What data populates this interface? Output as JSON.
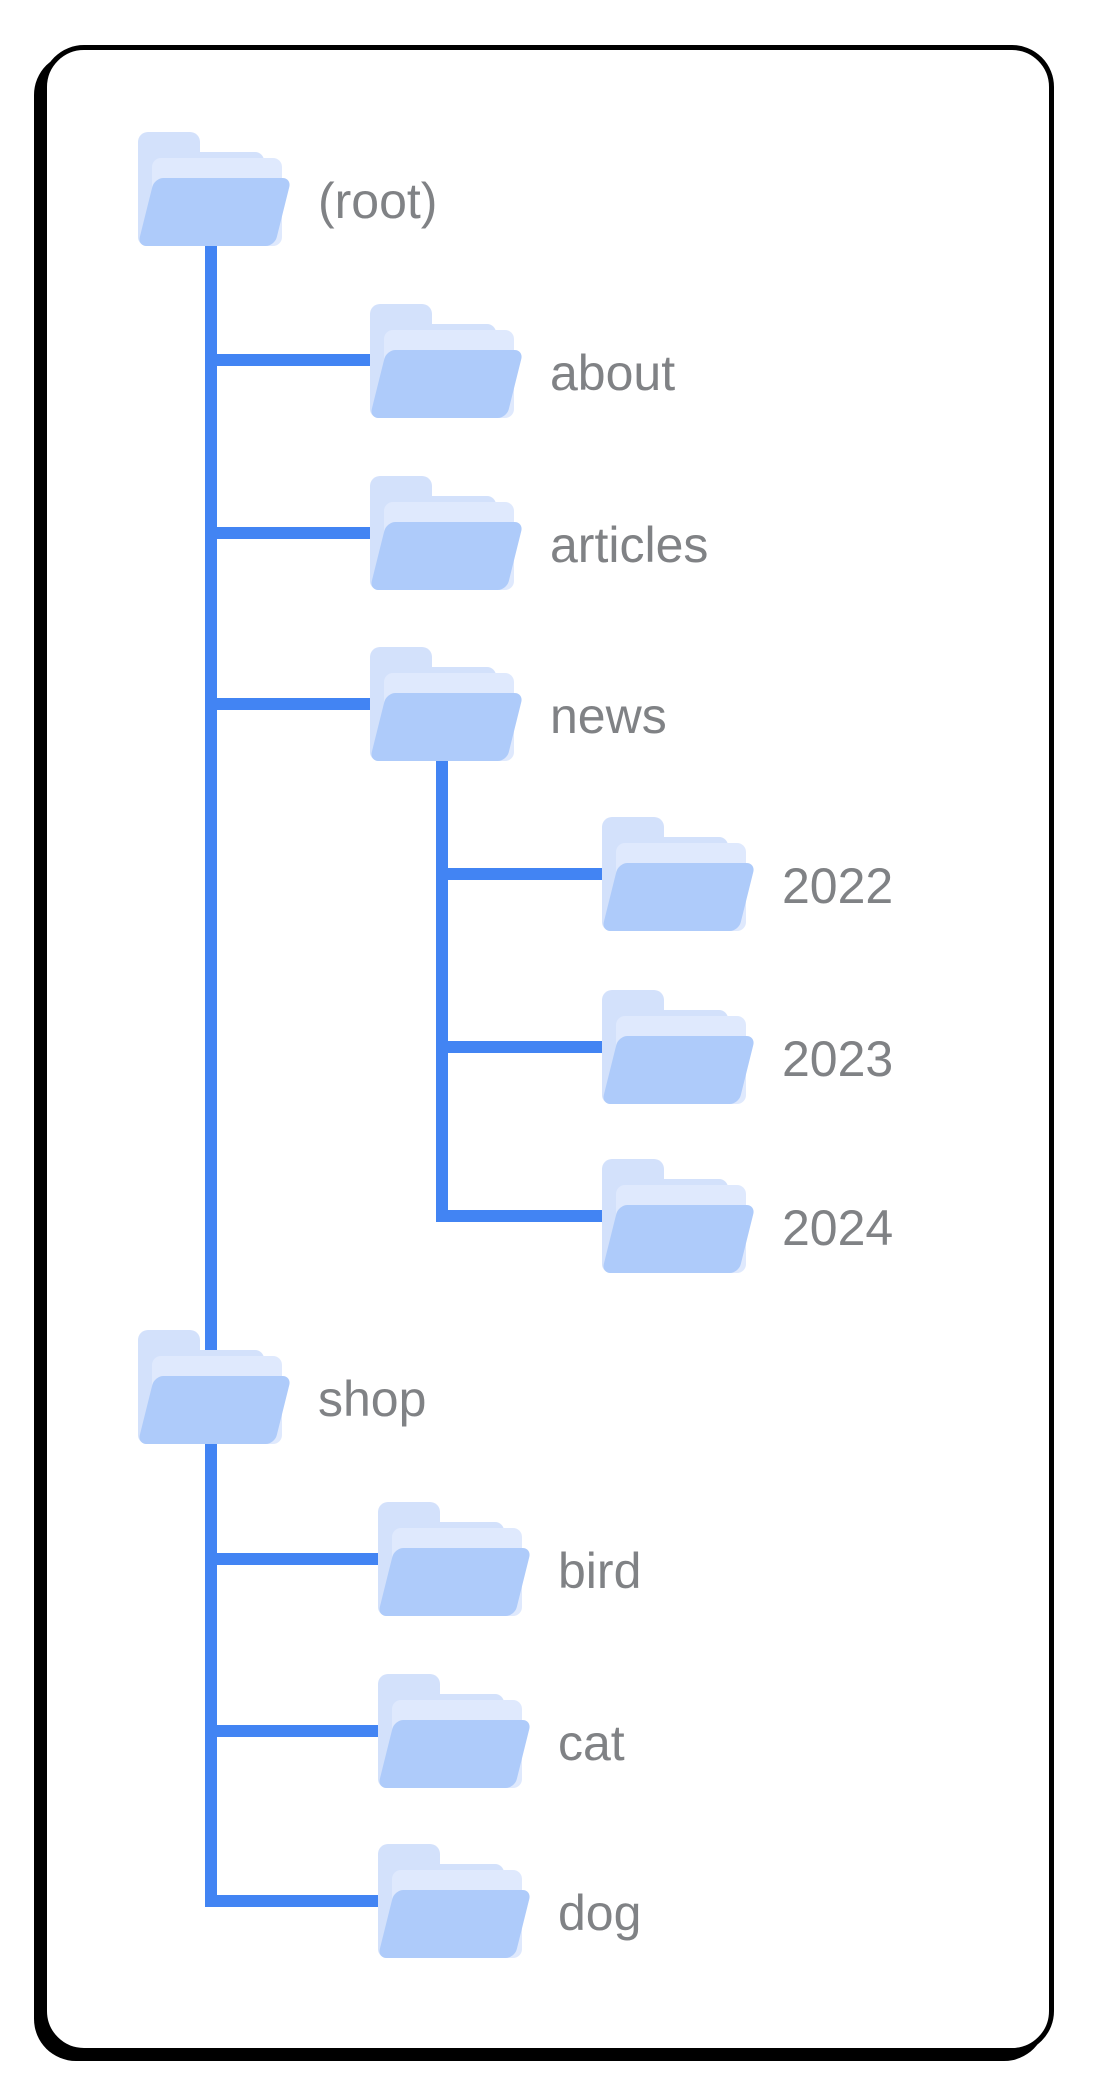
{
  "diagram": {
    "description": "site-folder-tree",
    "tree": {
      "nodes": [
        {
          "id": "root",
          "label": "(root)",
          "depth": 0,
          "parent": null
        },
        {
          "id": "about",
          "label": "about",
          "depth": 1,
          "parent": "root"
        },
        {
          "id": "articles",
          "label": "articles",
          "depth": 1,
          "parent": "root"
        },
        {
          "id": "news",
          "label": "news",
          "depth": 1,
          "parent": "root"
        },
        {
          "id": "y2022",
          "label": "2022",
          "depth": 2,
          "parent": "news"
        },
        {
          "id": "y2023",
          "label": "2023",
          "depth": 2,
          "parent": "news"
        },
        {
          "id": "y2024",
          "label": "2024",
          "depth": 2,
          "parent": "news"
        },
        {
          "id": "shop",
          "label": "shop",
          "depth": 1,
          "parent": "root"
        },
        {
          "id": "bird",
          "label": "bird",
          "depth": 2,
          "parent": "shop"
        },
        {
          "id": "cat",
          "label": "cat",
          "depth": 2,
          "parent": "shop"
        },
        {
          "id": "dog",
          "label": "dog",
          "depth": 2,
          "parent": "shop"
        }
      ]
    }
  },
  "colors": {
    "connector": "#4284f3",
    "folder_front": "#aecbfa",
    "folder_back": "#d3e1fb",
    "folder_sheet": "#dfe9fd",
    "label_text": "#808285",
    "card_border": "#000000",
    "card_background": "#ffffff"
  }
}
